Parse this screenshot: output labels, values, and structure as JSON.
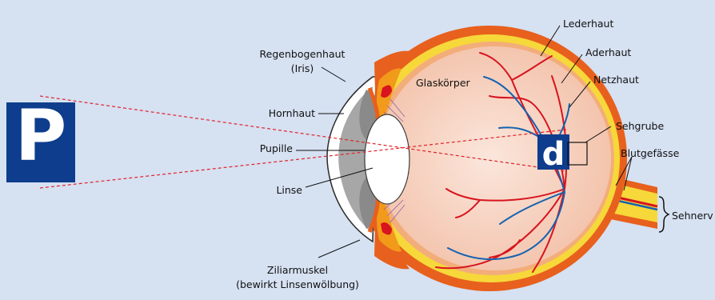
{
  "labels": {
    "lederhaut": "Lederhaut",
    "aderhaut": "Aderhaut",
    "netzhaut": "Netzhaut",
    "sehgrube": "Sehgrube",
    "blutgefaesse": "Blutgefässe",
    "sehnerv": "Sehnerv",
    "regenbogenhaut_1": "Regenbogenhaut",
    "regenbogenhaut_2": "(Iris)",
    "glaskoerper": "Glaskörper",
    "hornhaut": "Hornhaut",
    "pupille": "Pupille",
    "linse": "Linse",
    "ziliarmuskel_1": "Ziliarmuskel",
    "ziliarmuskel_2": "(bewirkt Linsenwölbung)"
  },
  "object_letter": "P",
  "image_letter": "d",
  "colors": {
    "background": "#d6e1f2",
    "sign": "#0d3d8c",
    "sclera": "#e8601d",
    "choroid": "#f6d83a",
    "retina": "#f3ad7a",
    "vitreous": "#f6d6c7",
    "artery": "#d8141e",
    "vein": "#1462b0",
    "light_ray": "#e0232b"
  }
}
